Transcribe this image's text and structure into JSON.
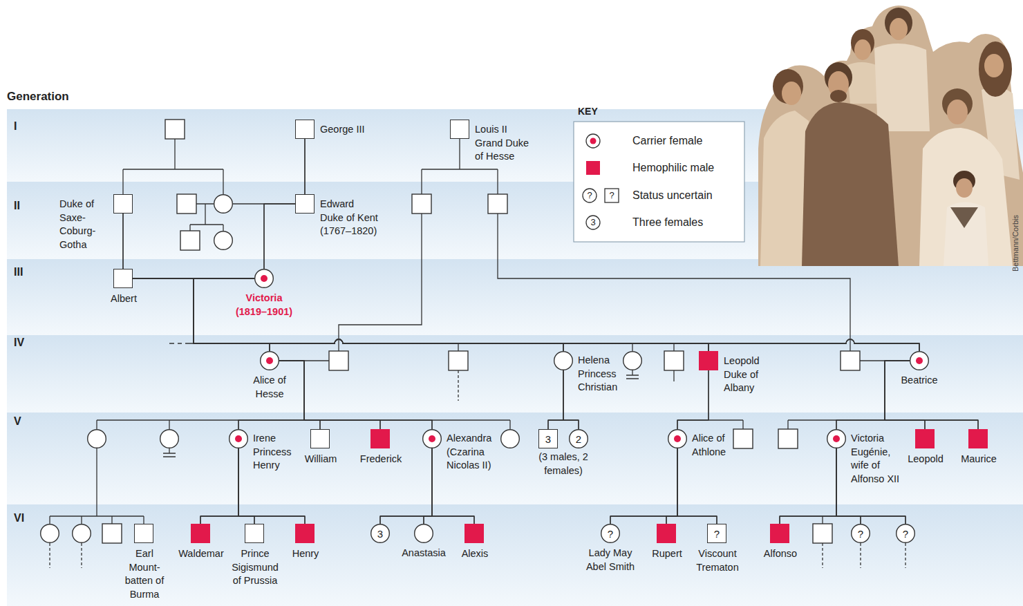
{
  "diagram": {
    "nodes": [
      {
        "text": [
          "George III"
        ]
      },
      {
        "text": [
          "Louis II Grand Duke of Hesse"
        ]
      },
      {
        "text": [
          "Duke of Saxe-Coburg-Gotha"
        ]
      },
      {
        "text": [
          "Edward Duke of Kent (1767–1820)"
        ]
      },
      {
        "text": [
          "Albert"
        ]
      },
      {
        "text": [
          "Victoria (1819–1901)"
        ]
      },
      {
        "text": [
          "Alice of Hesse"
        ]
      },
      {
        "text": [
          "Helena Princess Christian"
        ]
      },
      {
        "text": [
          "Leopold Duke of Albany"
        ]
      },
      {
        "text": [
          "Beatrice"
        ]
      },
      {
        "text": [
          "Irene Princess Henry"
        ]
      },
      {
        "text": [
          "William"
        ]
      },
      {
        "text": [
          "Frederick"
        ]
      },
      {
        "text": [
          "Alexandra (Czarina Nicolas II)"
        ]
      },
      {
        "text": [
          "3"
        ]
      },
      {
        "text": [
          "2"
        ]
      },
      {
        "text": [
          "Alice of Athlone"
        ]
      },
      {
        "text": [
          "Victoria Eugénie, wife of Alfonso XII"
        ]
      },
      {
        "text": [
          "Leopold"
        ]
      },
      {
        "text": [
          "Maurice"
        ]
      },
      {
        "text": [
          "Earl Mount-batten of Burma"
        ]
      },
      {
        "text": [
          "Waldemar"
        ]
      },
      {
        "text": [
          "Prince Sigismund of Prussia"
        ]
      },
      {
        "text": [
          "Henry"
        ]
      },
      {
        "text": [
          "3"
        ]
      },
      {
        "text": [
          "Anastasia"
        ]
      },
      {
        "text": [
          "Alexis"
        ]
      },
      {
        "text": [
          "?",
          "Lady May Abel Smith"
        ]
      },
      {
        "text": [
          "Rupert"
        ]
      },
      {
        "text": [
          "?",
          "Viscount Trematon"
        ]
      },
      {
        "text": [
          "Alfonso"
        ]
      },
      {
        "text": [
          "?"
        ]
      },
      {
        "text": [
          "?"
        ]
      }
    ],
    "edges": [
      {
        "from": 0,
        "to": 3,
        "arrow": "none"
      },
      {
        "from": 2,
        "to": 4,
        "arrow": "none"
      },
      {
        "from": 3,
        "to": 5,
        "arrow": "none"
      },
      {
        "from": 4,
        "to": 5,
        "arrow": "none"
      },
      {
        "from": 5,
        "to": 6,
        "arrow": "none"
      },
      {
        "from": 5,
        "to": 7,
        "arrow": "none"
      },
      {
        "from": 5,
        "to": 8,
        "arrow": "none"
      },
      {
        "from": 5,
        "to": 9,
        "arrow": "none"
      },
      {
        "from": 4,
        "to": 6,
        "arrow": "none"
      },
      {
        "from": 4,
        "to": 7,
        "arrow": "none"
      },
      {
        "from": 4,
        "to": 8,
        "arrow": "none"
      },
      {
        "from": 4,
        "to": 9,
        "arrow": "none"
      },
      {
        "from": 6,
        "to": 10,
        "arrow": "none"
      },
      {
        "from": 6,
        "to": 11,
        "arrow": "none"
      },
      {
        "from": 6,
        "to": 12,
        "arrow": "none"
      },
      {
        "from": 6,
        "to": 13,
        "arrow": "none"
      },
      {
        "from": 7,
        "to": 14,
        "arrow": "none"
      },
      {
        "from": 7,
        "to": 15,
        "arrow": "none"
      },
      {
        "from": 8,
        "to": 16,
        "arrow": "none"
      },
      {
        "from": 9,
        "to": 17,
        "arrow": "none"
      },
      {
        "from": 9,
        "to": 18,
        "arrow": "none"
      },
      {
        "from": 9,
        "to": 19,
        "arrow": "none"
      },
      {
        "from": 10,
        "to": 21,
        "arrow": "none"
      },
      {
        "from": 10,
        "to": 22,
        "arrow": "none"
      },
      {
        "from": 10,
        "to": 23,
        "arrow": "none"
      },
      {
        "from": 13,
        "to": 24,
        "arrow": "none"
      },
      {
        "from": 13,
        "to": 25,
        "arrow": "none"
      },
      {
        "from": 13,
        "to": 26,
        "arrow": "none"
      },
      {
        "from": 16,
        "to": 27,
        "arrow": "none"
      },
      {
        "from": 16,
        "to": 28,
        "arrow": "none"
      },
      {
        "from": 16,
        "to": 29,
        "arrow": "none"
      },
      {
        "from": 17,
        "to": 30,
        "arrow": "none"
      },
      {
        "from": 17,
        "to": 31,
        "arrow": "none"
      },
      {
        "from": 17,
        "to": 32,
        "arrow": "none"
      }
    ],
    "labels": [
      "Generation",
      "I",
      "II",
      "III",
      "IV",
      "V",
      "VI",
      "KEY",
      "?",
      "?",
      "3",
      "(3 males, 2 females)",
      "Bettmann/Corbis"
    ],
    "legend": [
      {
        "text": "Carrier female"
      },
      {
        "text": "Hemophilic male",
        "color": "#e2194b"
      },
      {
        "text": "Status uncertain"
      },
      {
        "text": "Three females"
      }
    ]
  }
}
